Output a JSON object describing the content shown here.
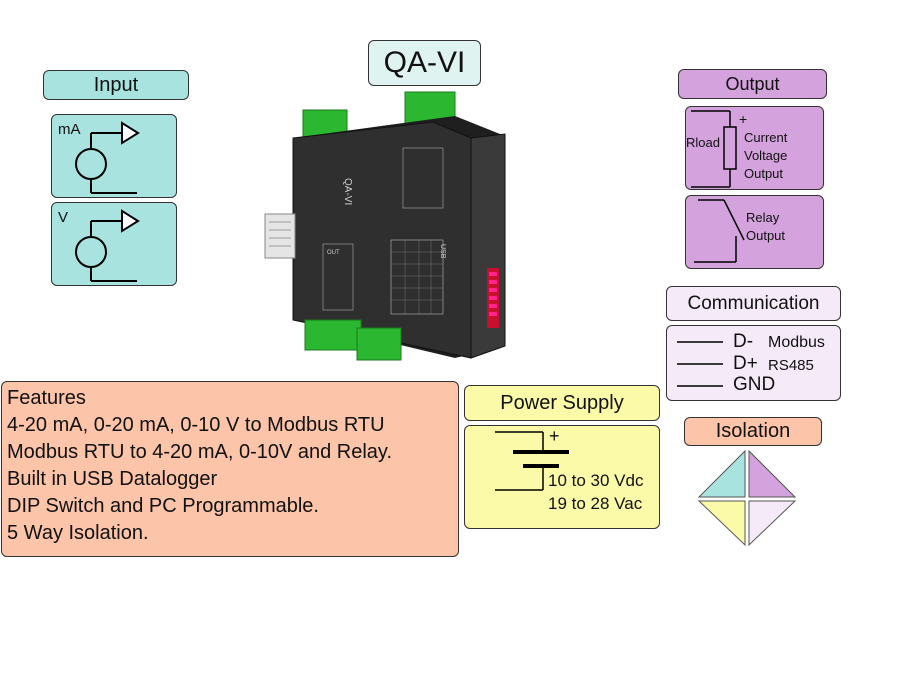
{
  "title": "QA-VI",
  "input": {
    "label": "Input",
    "ma_label": "mA",
    "v_label": "V"
  },
  "output": {
    "label": "Output",
    "plus": "+",
    "rload": "Rload",
    "analog_lines": [
      "Current",
      "Voltage",
      "Output"
    ],
    "relay_lines": [
      "Relay",
      "Output"
    ]
  },
  "communication": {
    "label": "Communication",
    "d_minus": "D-",
    "d_plus": "D+",
    "gnd": "GND",
    "protocol": "Modbus",
    "bus": "RS485"
  },
  "isolation": {
    "label": "Isolation"
  },
  "power_supply": {
    "label": "Power Supply",
    "plus": "+",
    "dc": "10 to 30 Vdc",
    "ac": "19 to 28 Vac"
  },
  "features": {
    "lines": [
      "Features",
      "4-20 mA, 0-20 mA, 0-10 V to Modbus RTU",
      "Modbus RTU to 4-20 mA, 0-10V and Relay.",
      "Built in USB Datalogger",
      "DIP Switch and PC Programmable.",
      "5 Way Isolation."
    ]
  },
  "device": {
    "model_label": "QA-VI",
    "out_label": "OUT",
    "usb_label": "USB"
  },
  "colors": {
    "cyan": "#a8e3e0",
    "purple": "#d4a2dc",
    "lavender": "#f4eaf8",
    "yellow": "#fafaa8",
    "salmon": "#fcc4a8",
    "green": "#2bb830",
    "housing": "#2a2a2a"
  }
}
